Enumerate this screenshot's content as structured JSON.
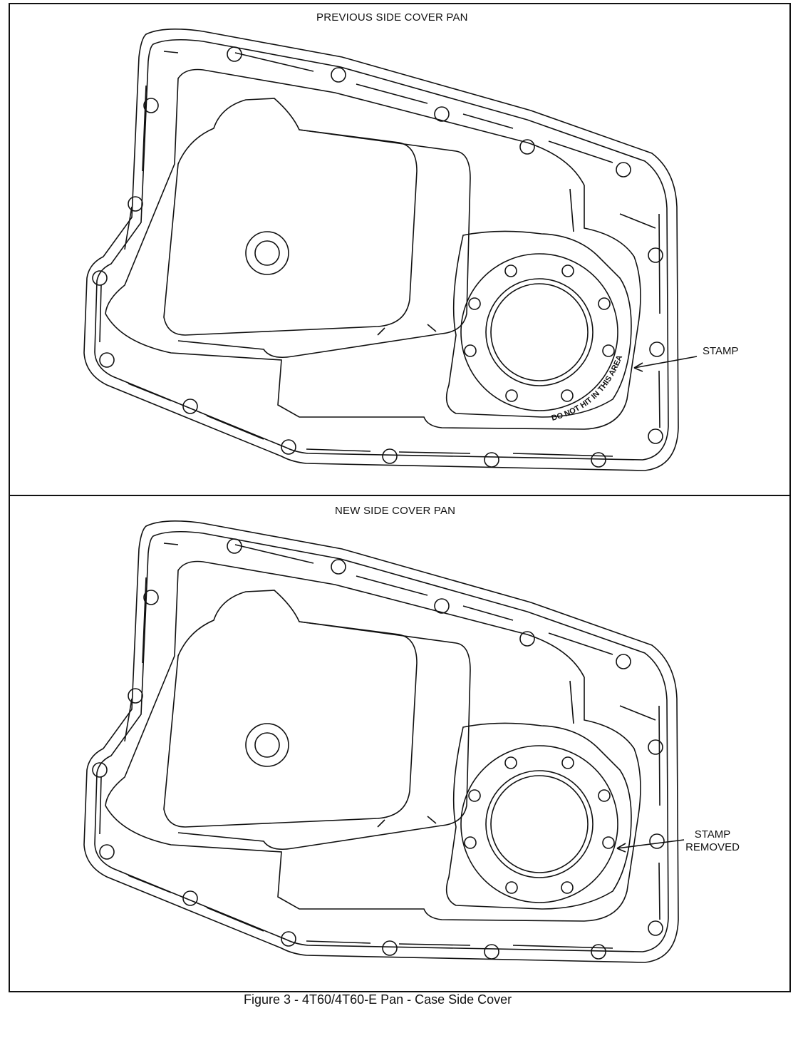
{
  "figure": {
    "caption": "Figure 3 - 4T60/4T60-E Pan - Case Side Cover"
  },
  "panels": [
    {
      "title": "PREVIOUS SIDE COVER PAN",
      "callout_lines": [
        "STAMP"
      ],
      "stamp_text": "DO NOT HIT IN THIS AREA"
    },
    {
      "title": "NEW SIDE COVER PAN",
      "callout_lines": [
        "STAMP",
        "REMOVED"
      ]
    }
  ]
}
